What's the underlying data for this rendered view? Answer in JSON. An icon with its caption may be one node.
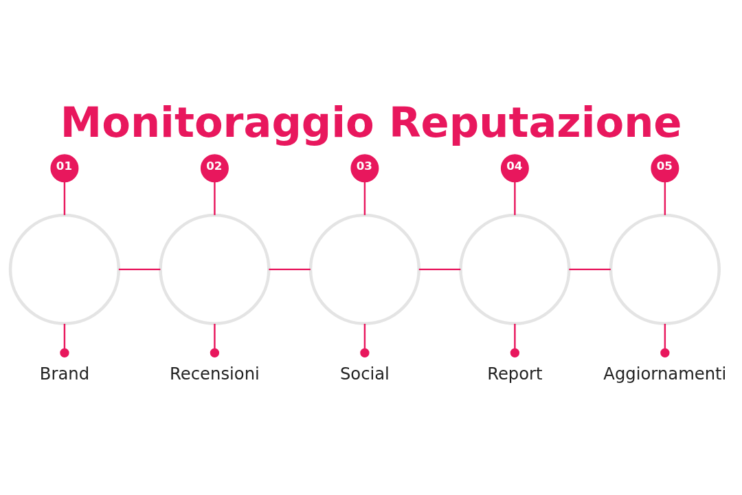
{
  "diagram": {
    "title": "Monitoraggio Reputazione",
    "nodes": [
      {
        "text": [
          "01"
        ]
      },
      {
        "text": [
          "02"
        ]
      },
      {
        "text": [
          "03"
        ]
      },
      {
        "text": [
          "04"
        ]
      },
      {
        "text": [
          "05"
        ]
      },
      {
        "text": [],
        "shape": "circle"
      },
      {
        "text": [],
        "shape": "circle"
      },
      {
        "text": [],
        "shape": "circle"
      },
      {
        "text": [],
        "shape": "circle"
      },
      {
        "text": [],
        "shape": "circle"
      },
      {
        "text": [
          "Brand"
        ]
      },
      {
        "text": [
          "Recensioni"
        ]
      },
      {
        "text": [
          "Social"
        ]
      },
      {
        "text": [
          "Report"
        ]
      },
      {
        "text": [
          "Aggiornamenti"
        ]
      }
    ],
    "edges": [
      {
        "from": 0,
        "to": 5,
        "arrow": "none"
      },
      {
        "from": 1,
        "to": 6,
        "arrow": "none"
      },
      {
        "from": 2,
        "to": 7,
        "arrow": "none"
      },
      {
        "from": 3,
        "to": 8,
        "arrow": "none"
      },
      {
        "from": 4,
        "to": 9,
        "arrow": "none"
      },
      {
        "from": 5,
        "to": 6,
        "arrow": "none"
      },
      {
        "from": 6,
        "to": 7,
        "arrow": "none"
      },
      {
        "from": 7,
        "to": 8,
        "arrow": "none"
      },
      {
        "from": 8,
        "to": 9,
        "arrow": "none"
      },
      {
        "from": 5,
        "to": 10,
        "arrow": "other"
      },
      {
        "from": 6,
        "to": 11,
        "arrow": "other"
      },
      {
        "from": 7,
        "to": 12,
        "arrow": "other"
      },
      {
        "from": 8,
        "to": 13,
        "arrow": "other"
      },
      {
        "from": 9,
        "to": 14,
        "arrow": "other"
      }
    ]
  }
}
